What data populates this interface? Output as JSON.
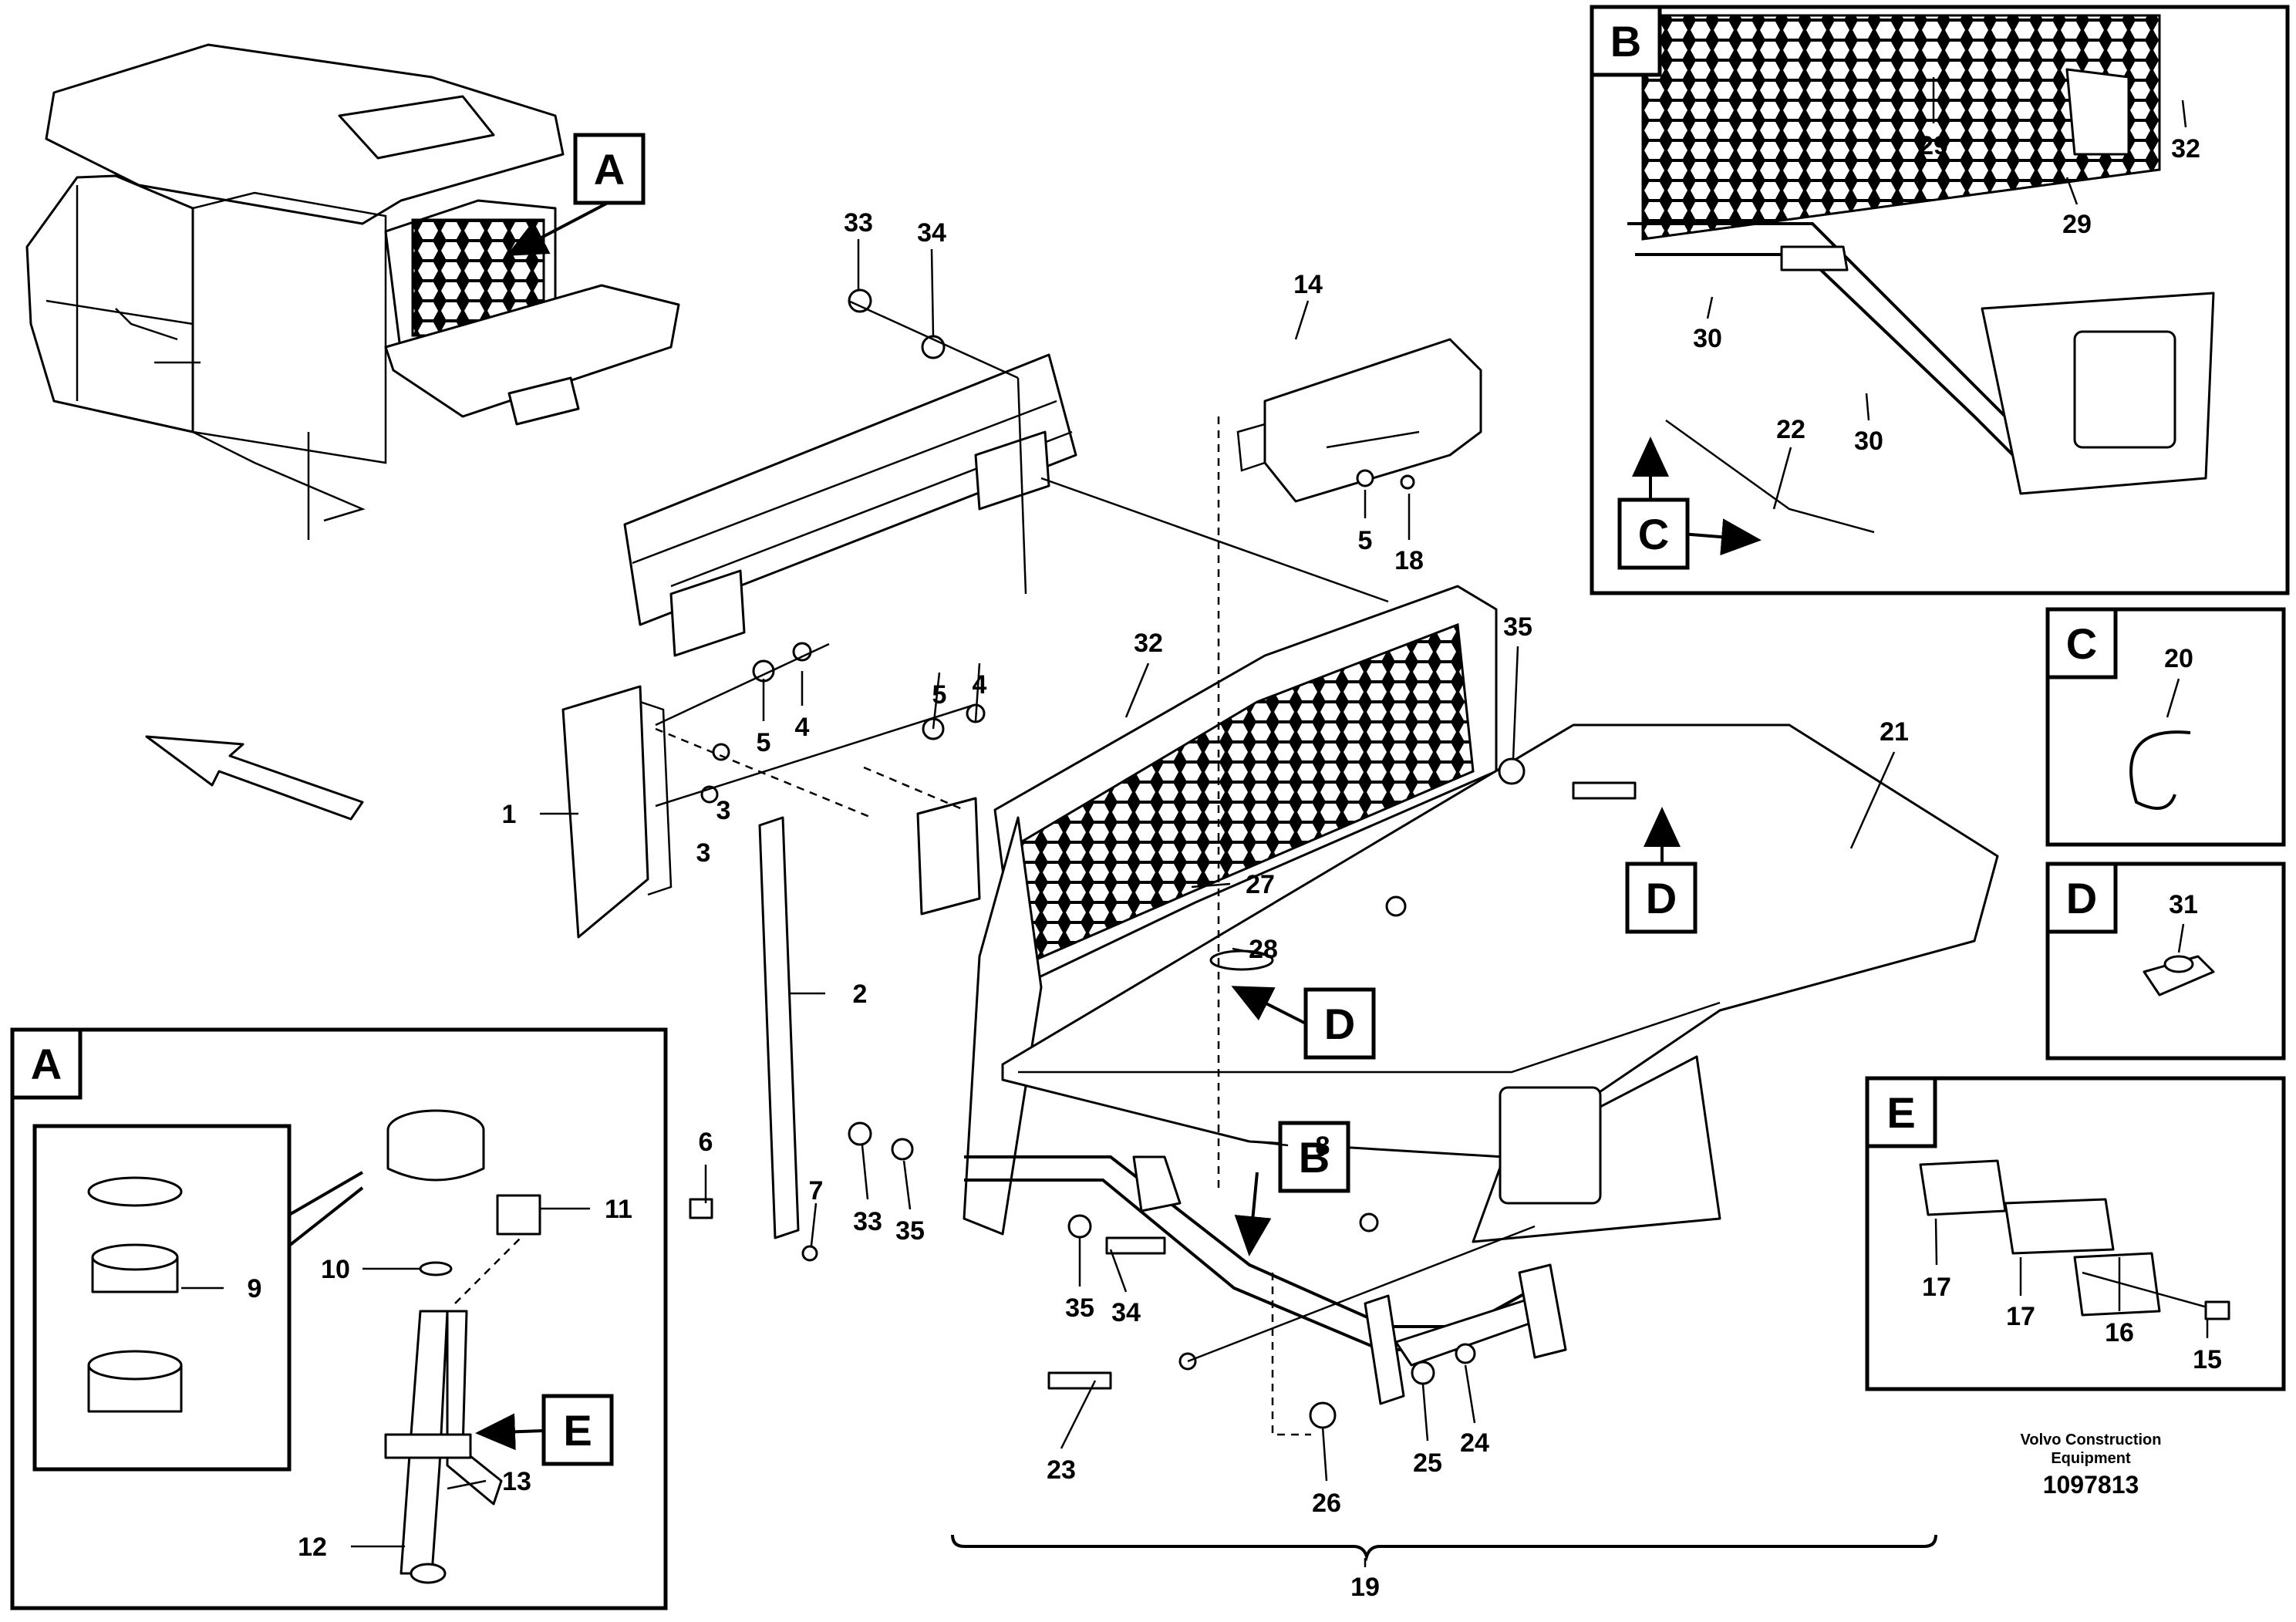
{
  "diagram": {
    "callouts": [
      "1",
      "2",
      "3",
      "3",
      "4",
      "4",
      "5",
      "5",
      "5",
      "6",
      "7",
      "8",
      "9",
      "10",
      "11",
      "12",
      "13",
      "14",
      "15",
      "16",
      "17",
      "17",
      "18",
      "19",
      "20",
      "21",
      "22",
      "23",
      "24",
      "25",
      "26",
      "27",
      "28",
      "29",
      "29",
      "30",
      "30",
      "31",
      "32",
      "32",
      "33",
      "33",
      "34",
      "34",
      "35",
      "35",
      "35"
    ],
    "detail_letters": {
      "a": "A",
      "b": "B",
      "c": "C",
      "d": "D",
      "e": "E"
    },
    "footer": {
      "line1": "Volvo Construction",
      "line2": "Equipment",
      "code": "1097813"
    }
  }
}
